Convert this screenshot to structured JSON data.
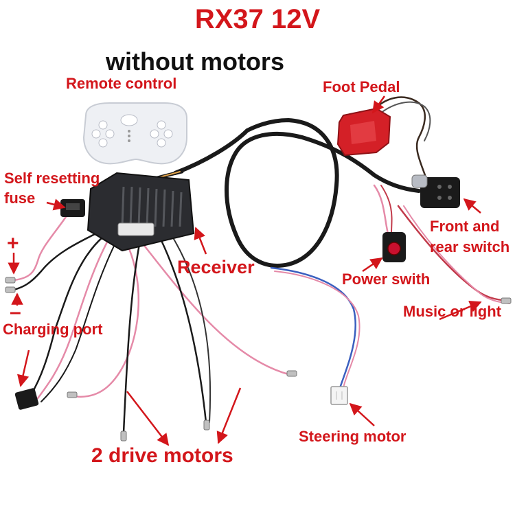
{
  "title": "RX37 12V",
  "subtitle": "without motors",
  "labels": {
    "remote_control": "Remote control",
    "foot_pedal": "Foot Pedal",
    "self_resetting_fuse_1": "Self resetting",
    "self_resetting_fuse_2": "fuse",
    "plus": "+",
    "minus": "–",
    "front_rear_switch_1": "Front and",
    "front_rear_switch_2": "rear switch",
    "receiver": "Receiver",
    "power_switch": "Power swith",
    "music_or_light": "Music or light",
    "charging_port": "Charging port",
    "steering_motor": "Steering motor",
    "drive_motors": "2 drive motors"
  },
  "colors": {
    "label_red": "#d3161b",
    "title_dark": "#111111",
    "wire_black": "#1a1a1a",
    "wire_pink": "#e58aa8",
    "wire_blue": "#3a5fbf",
    "pedal_red": "#d42027",
    "remote_white": "#eef0f4"
  }
}
